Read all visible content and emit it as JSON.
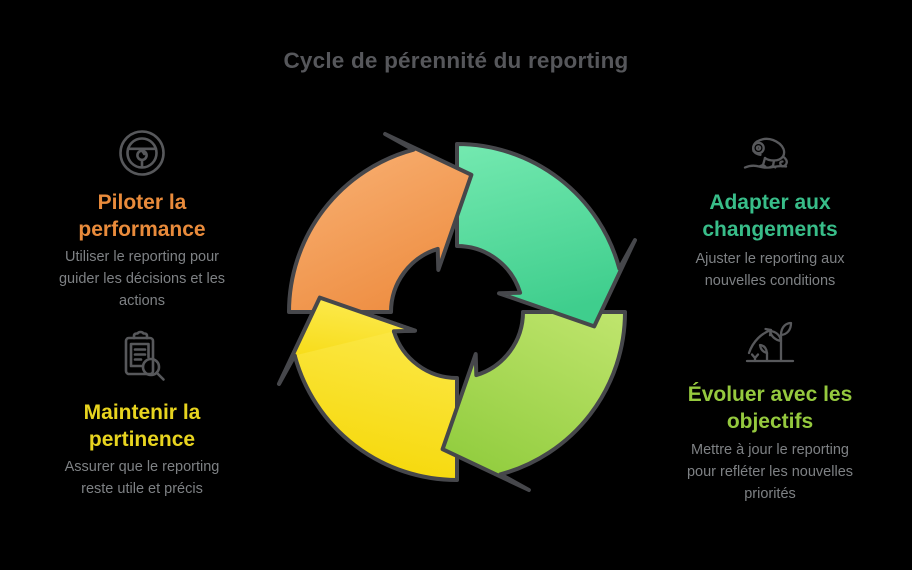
{
  "title": {
    "text": "Cycle de pérennité du reporting"
  },
  "theme": {
    "background": "#000000",
    "title_color": "#56575B",
    "body_text_color": "#7E8184",
    "icon_color": "#57585B",
    "outline_color": "#46474B"
  },
  "sections": [
    {
      "id": "piloter",
      "position": "top-left",
      "icon": "steering-wheel-icon",
      "heading": "Piloter la performance",
      "heading_color": "#E98B3B",
      "description": "Utiliser le reporting pour guider les décisions et les actions"
    },
    {
      "id": "adapter",
      "position": "top-right",
      "icon": "chameleon-icon",
      "heading": "Adapter aux changements",
      "heading_color": "#38BD89",
      "description": "Ajuster le reporting aux nouvelles conditions"
    },
    {
      "id": "maintenir",
      "position": "bottom-left",
      "icon": "clipboard-search-icon",
      "heading": "Maintenir la pertinence",
      "heading_color": "#E8D41F",
      "description": "Assurer que le reporting reste utile et précis"
    },
    {
      "id": "evoluer",
      "position": "bottom-right",
      "icon": "growth-plant-icon",
      "heading": "Évoluer avec les objectifs",
      "heading_color": "#95C93E",
      "description": "Mettre à jour le reporting pour refléter les nouvelles priorités"
    }
  ],
  "cycle": {
    "name": "reporting-cycle-arrows",
    "direction": "clockwise",
    "arrow_count": 4,
    "arrows": [
      {
        "section": "piloter",
        "color_light": "#F9B377",
        "color_dark": "#EE8E42"
      },
      {
        "section": "adapter",
        "color_light": "#74E9B0",
        "color_dark": "#3FCE8D"
      },
      {
        "section": "evoluer",
        "color_light": "#BEE46C",
        "color_dark": "#92CD3F"
      },
      {
        "section": "maintenir",
        "color_light": "#FDEC57",
        "color_dark": "#F6D90D"
      }
    ]
  }
}
